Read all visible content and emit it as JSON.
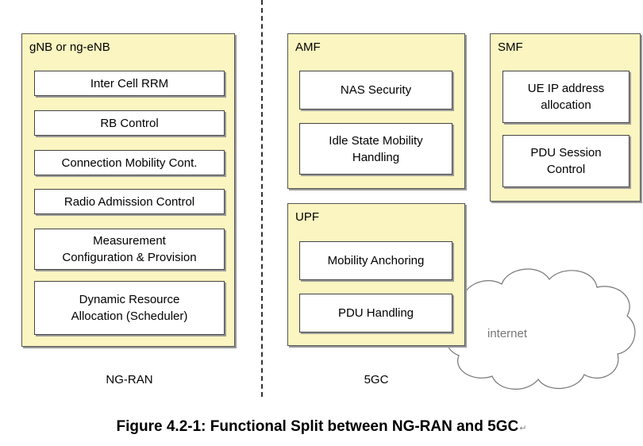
{
  "ran": {
    "node_title": "gNB or ng-eNB",
    "functions": [
      "Inter Cell RRM",
      "RB Control",
      "Connection Mobility Cont.",
      "Radio Admission Control",
      "Measurement\nConfiguration & Provision",
      "Dynamic Resource\nAllocation (Scheduler)"
    ],
    "region_label": "NG-RAN"
  },
  "core": {
    "amf": {
      "title": "AMF",
      "functions": [
        "NAS Security",
        "Idle State Mobility\nHandling"
      ]
    },
    "smf": {
      "title": "SMF",
      "functions": [
        "UE IP address\nallocation",
        "PDU Session\nControl"
      ]
    },
    "upf": {
      "title": "UPF",
      "functions": [
        "Mobility Anchoring",
        "PDU Handling"
      ]
    },
    "region_label": "5GC"
  },
  "internet_label": "internet",
  "caption": "Figure 4.2-1: Functional Split between NG-RAN and 5GC",
  "caption_mark": "↵",
  "colors": {
    "node_fill": "#fbf5c1",
    "box_fill": "#ffffff",
    "border": "#555555",
    "shadow": "#9a9a9a"
  }
}
